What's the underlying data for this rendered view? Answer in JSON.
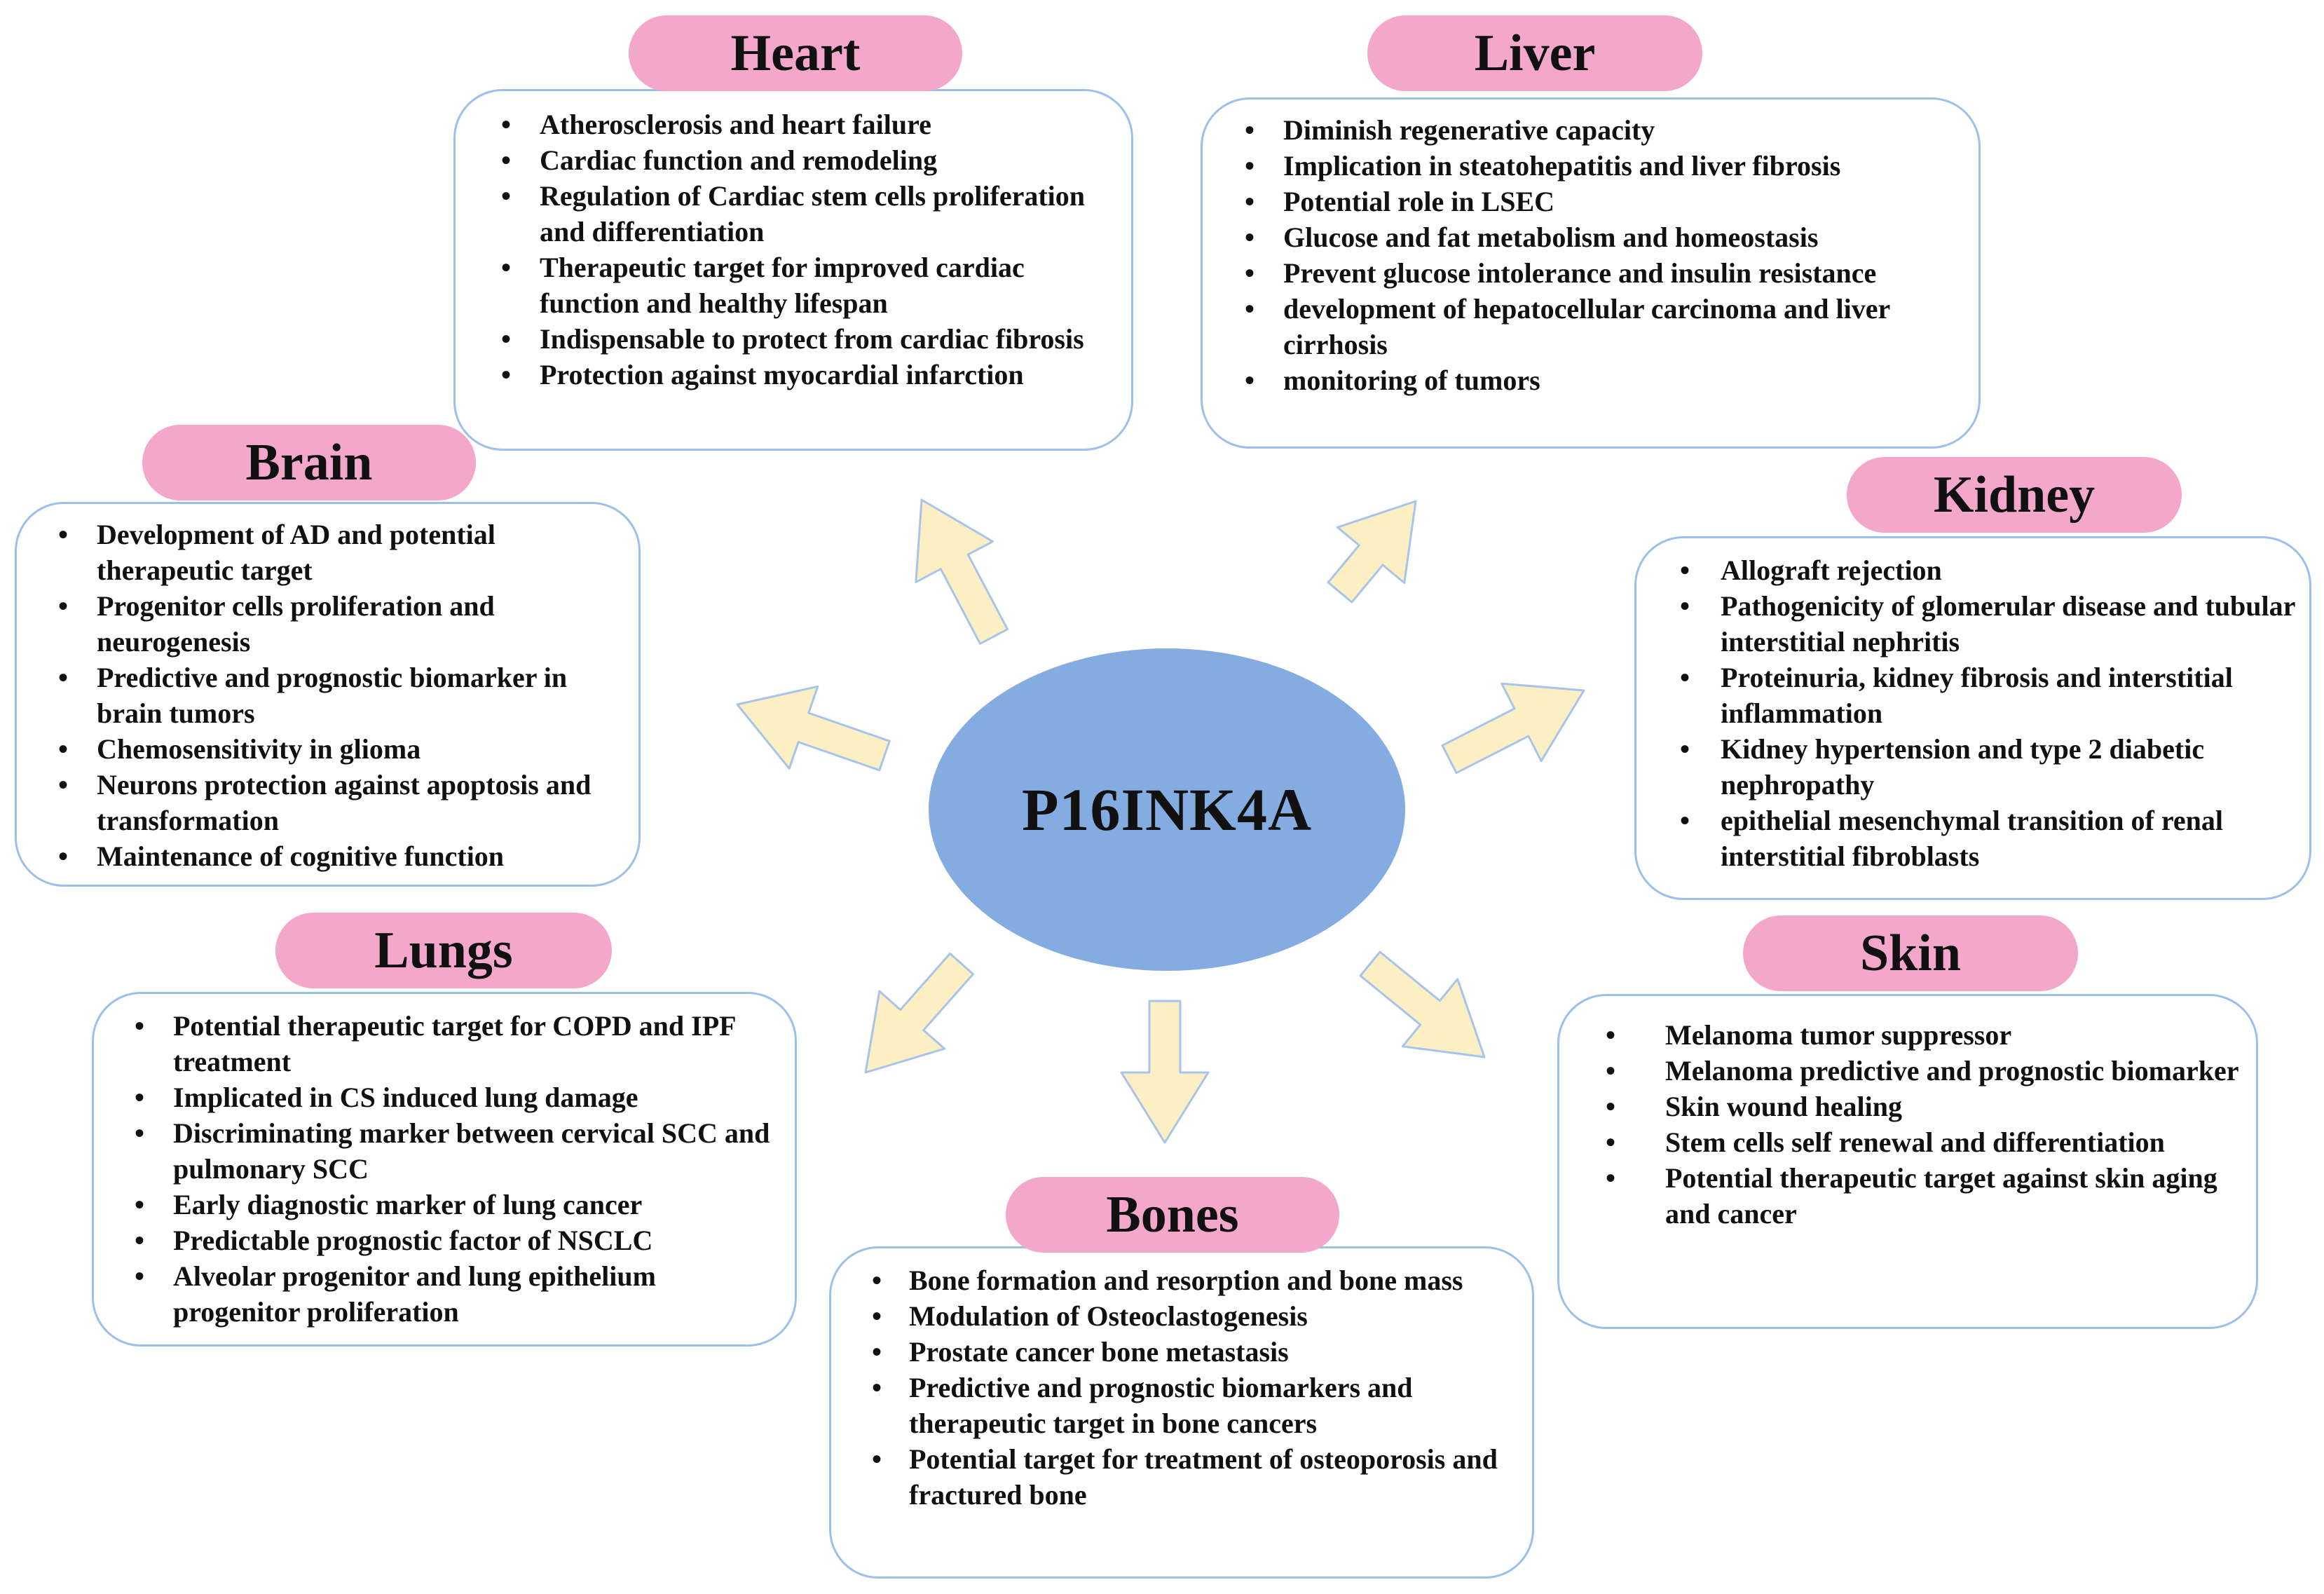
{
  "center": {
    "label": "P16INK4A"
  },
  "colors": {
    "ellipse": "#85ACE0",
    "pill": "#F2A7CB",
    "card_border": "#9CC0EC",
    "arrow_fill": "#FCEFC4",
    "arrow_stroke": "#A7C4EC"
  },
  "organs": {
    "heart": {
      "title": "Heart",
      "items": [
        "Atherosclerosis and heart failure",
        "Cardiac function and remodeling",
        "Regulation of Cardiac stem cells proliferation and differentiation",
        "Therapeutic target for improved cardiac function and healthy lifespan",
        "Indispensable to protect from cardiac fibrosis",
        "Protection against myocardial infarction"
      ]
    },
    "liver": {
      "title": "Liver",
      "items": [
        "Diminish regenerative capacity",
        "Implication in steatohepatitis and liver fibrosis",
        "Potential role in LSEC",
        "Glucose and fat metabolism and homeostasis",
        "Prevent glucose intolerance and  insulin resistance",
        "development of hepatocellular carcinoma and liver cirrhosis",
        "monitoring of tumors"
      ]
    },
    "brain": {
      "title": "Brain",
      "items": [
        "Development of AD and potential therapeutic target",
        "Progenitor cells proliferation and neurogenesis",
        "Predictive and prognostic biomarker in brain tumors",
        "Chemosensitivity in glioma",
        "Neurons protection against apoptosis and transformation",
        "Maintenance of cognitive function"
      ]
    },
    "kidney": {
      "title": "Kidney",
      "items": [
        "Allograft rejection",
        "Pathogenicity of glomerular disease and tubular interstitial nephritis",
        "Proteinuria, kidney fibrosis and interstitial inflammation",
        "Kidney hypertension and type 2 diabetic nephropathy",
        "epithelial mesenchymal transition of renal interstitial fibroblasts"
      ]
    },
    "lungs": {
      "title": "Lungs",
      "items": [
        "Potential therapeutic target for COPD and IPF treatment",
        "Implicated in CS induced lung damage",
        "Discriminating marker between cervical SCC and pulmonary SCC",
        "Early diagnostic marker of lung cancer",
        "Predictable prognostic factor of NSCLC",
        "Alveolar progenitor and lung epithelium progenitor proliferation"
      ]
    },
    "skin": {
      "title": "Skin",
      "items": [
        "Melanoma tumor suppressor",
        "Melanoma predictive and prognostic biomarker",
        "Skin wound healing",
        "Stem cells self renewal and differentiation",
        "Potential therapeutic target against skin aging and cancer"
      ]
    },
    "bones": {
      "title": "Bones",
      "items": [
        "Bone formation and resorption and bone mass",
        "Modulation of Osteoclastogenesis",
        "Prostate cancer bone metastasis",
        "Predictive and prognostic biomarkers and therapeutic target in bone cancers",
        "Potential target for treatment of osteoporosis and fractured bone"
      ]
    }
  }
}
